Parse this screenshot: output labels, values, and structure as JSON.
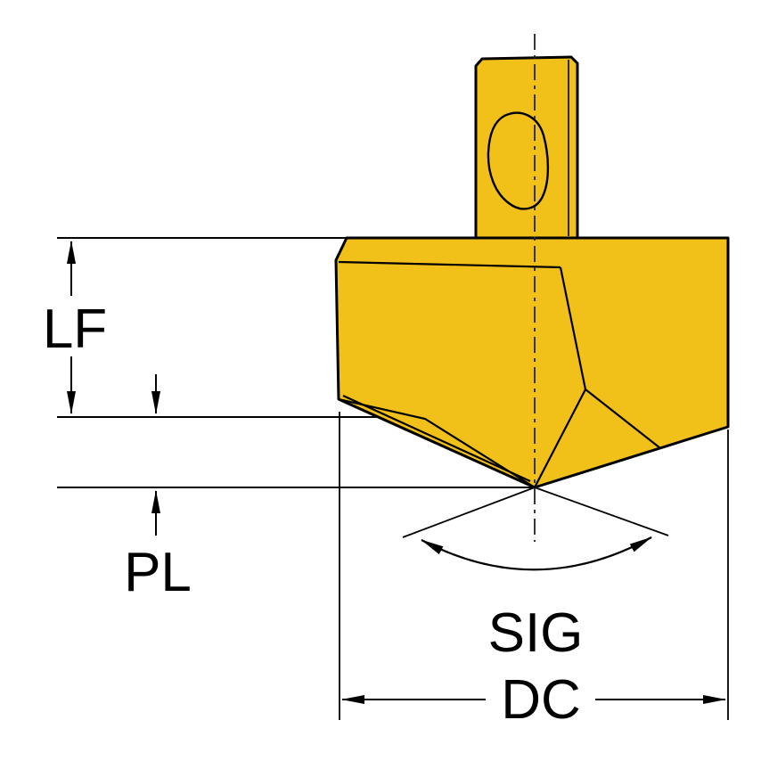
{
  "diagram": {
    "labels": {
      "lf": "LF",
      "pl": "PL",
      "sig": "SIG",
      "dc": "DC"
    },
    "colors": {
      "insert_fill": "#F2C119",
      "line_color": "#000000",
      "background": "#FFFFFF"
    }
  }
}
